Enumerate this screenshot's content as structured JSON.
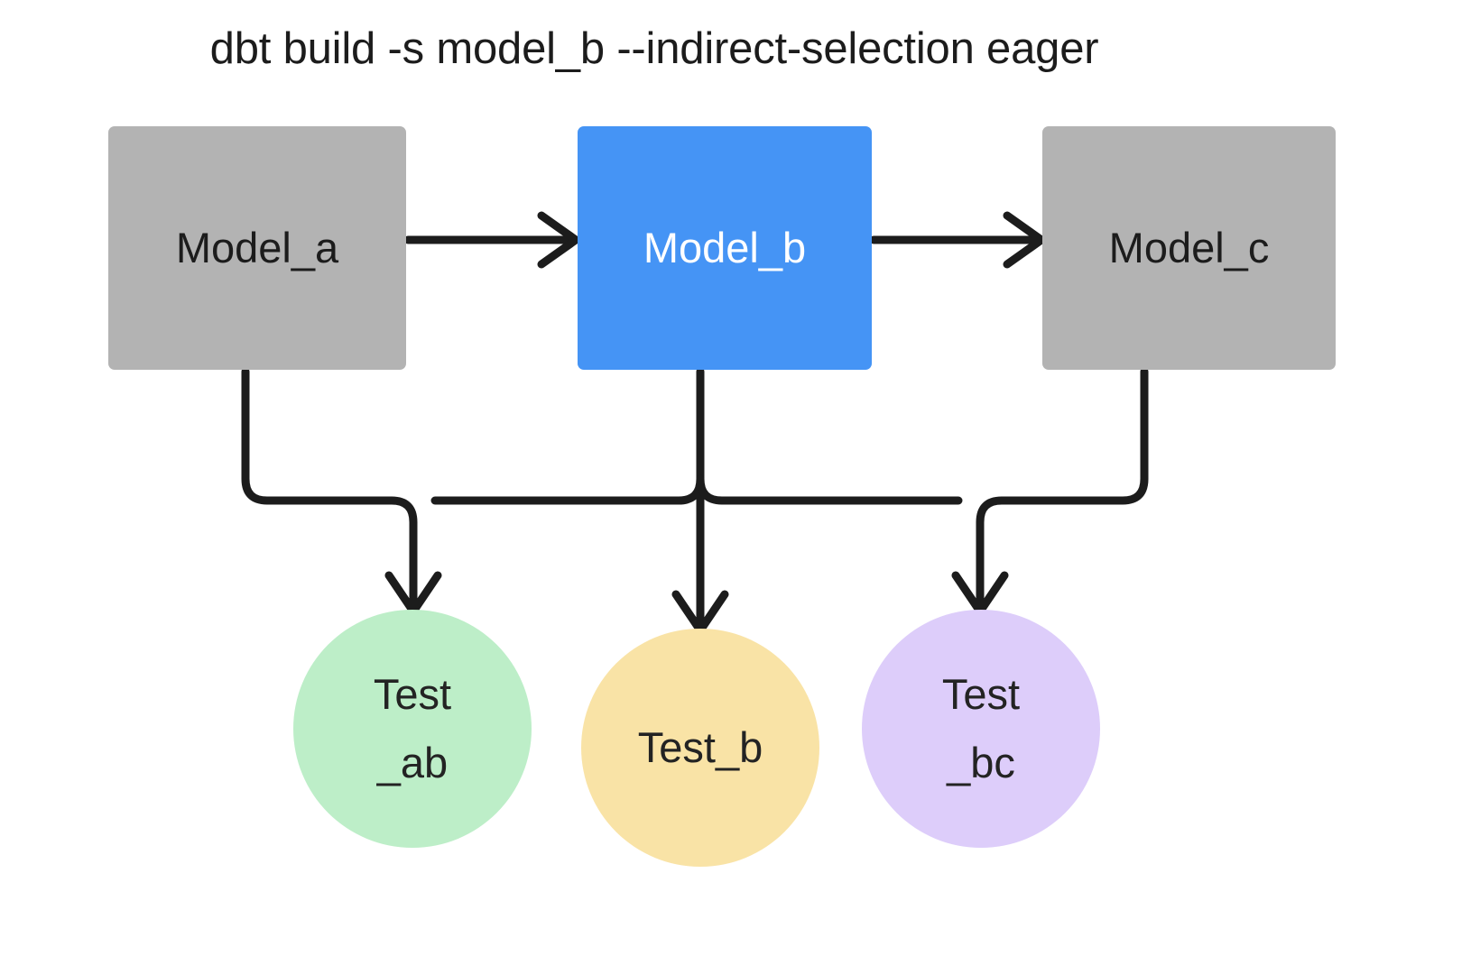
{
  "title": "dbt build -s model_b --indirect-selection eager",
  "colors": {
    "background": "#ffffff",
    "model_default": "#b3b3b3",
    "model_selected": "#4594f5",
    "model_selected_text": "#ffffff",
    "test_ab": "#bdeec8",
    "test_b": "#f9e3a6",
    "test_bc": "#ddcdfa",
    "edge": "#1c1c1c",
    "text": "#1c1c1c"
  },
  "nodes": {
    "models": [
      {
        "id": "model_a",
        "label": "Model_a",
        "shape": "rectangle",
        "fill": "#b3b3b3",
        "selected": false
      },
      {
        "id": "model_b",
        "label": "Model_b",
        "shape": "rectangle",
        "fill": "#4594f5",
        "selected": true
      },
      {
        "id": "model_c",
        "label": "Model_c",
        "shape": "rectangle",
        "fill": "#b3b3b3",
        "selected": false
      }
    ],
    "tests": [
      {
        "id": "test_ab",
        "label": "Test_ab",
        "line1": "Test",
        "line2": "_ab",
        "shape": "circle",
        "fill": "#bdeec8"
      },
      {
        "id": "test_b",
        "label": "Test_b",
        "line1": "Test_b",
        "line2": "",
        "shape": "circle",
        "fill": "#f9e3a6"
      },
      {
        "id": "test_bc",
        "label": "Test_bc",
        "line1": "Test",
        "line2": "_bc",
        "shape": "circle",
        "fill": "#ddcdfa"
      }
    ]
  },
  "edges": [
    {
      "from": "model_a",
      "to": "model_b",
      "style": "arrow-right"
    },
    {
      "from": "model_b",
      "to": "model_c",
      "style": "arrow-right"
    },
    {
      "from": "model_a",
      "to": "test_ab",
      "style": "arrow-down-elbow"
    },
    {
      "from": "model_b",
      "to": "test_ab",
      "style": "arrow-down-elbow"
    },
    {
      "from": "model_b",
      "to": "test_b",
      "style": "arrow-down"
    },
    {
      "from": "model_b",
      "to": "test_bc",
      "style": "arrow-down-elbow"
    },
    {
      "from": "model_c",
      "to": "test_bc",
      "style": "arrow-down-elbow"
    }
  ]
}
